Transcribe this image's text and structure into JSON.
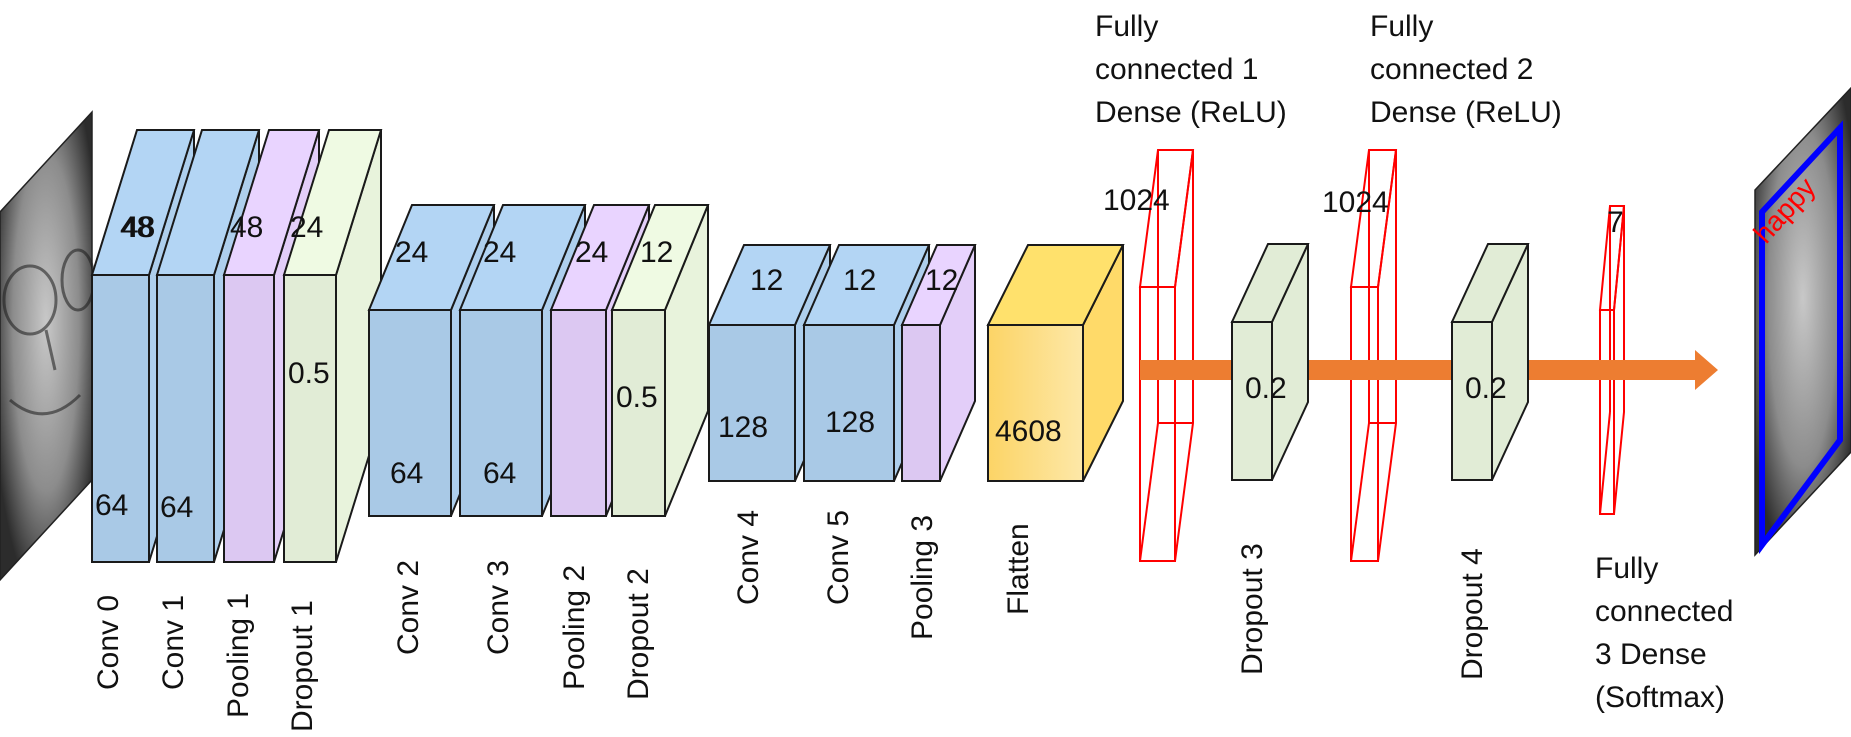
{
  "input": {
    "caption": ""
  },
  "output": {
    "prediction_label": "happy"
  },
  "blocks": [
    {
      "id": "conv0",
      "label": "Conv 0",
      "top": "",
      "side": "64",
      "kind": "conv"
    },
    {
      "id": "conv1",
      "label": "Conv 1",
      "top": "48",
      "side": "64",
      "kind": "conv"
    },
    {
      "id": "pool1",
      "label": "Pooling 1",
      "top": "48",
      "side": "",
      "kind": "pool"
    },
    {
      "id": "drop1",
      "label": "Dropout 1",
      "top": "24",
      "side": "0.5",
      "kind": "dropout"
    },
    {
      "id": "conv2",
      "label": "Conv 2",
      "top": "24",
      "side": "64",
      "kind": "conv"
    },
    {
      "id": "conv3",
      "label": "Conv 3",
      "top": "24",
      "side": "64",
      "kind": "conv"
    },
    {
      "id": "pool2",
      "label": "Pooling 2",
      "top": "24",
      "side": "",
      "kind": "pool"
    },
    {
      "id": "drop2",
      "label": "Dropout 2",
      "top": "12",
      "side": "0.5",
      "kind": "dropout"
    },
    {
      "id": "conv4",
      "label": "Conv 4",
      "top": "12",
      "side": "128",
      "kind": "conv"
    },
    {
      "id": "conv5",
      "label": "Conv 5",
      "top": "12",
      "side": "128",
      "kind": "conv"
    },
    {
      "id": "pool3",
      "label": "Pooling 3",
      "top": "12",
      "side": "",
      "kind": "pool"
    },
    {
      "id": "flatten",
      "label": "Flatten",
      "top": "",
      "side": "4608",
      "kind": "flatten"
    }
  ],
  "extra_top_label": "48",
  "dense_layers": [
    {
      "id": "fc1",
      "title_lines": [
        "Fully",
        "connected 1",
        "Dense (ReLU)"
      ],
      "units": "1024"
    },
    {
      "id": "fc2",
      "title_lines": [
        "Fully",
        "connected 2",
        "Dense (ReLU)"
      ],
      "units": "1024"
    },
    {
      "id": "fc3",
      "title_lines": [
        "Fully",
        "connected",
        "3 Dense",
        "(Softmax)"
      ],
      "units": "7"
    }
  ],
  "dropouts_dense": [
    {
      "id": "drop3",
      "label": "Dropout 3",
      "rate": "0.2"
    },
    {
      "id": "drop4",
      "label": "Dropout 4",
      "rate": "0.2"
    }
  ],
  "colors": {
    "conv": "#a9c9e6",
    "pool": "#dcc8f2",
    "dropout": "#e1ecd6",
    "flatten": "#fcd466",
    "dense_outline": "#ff0000",
    "arrow": "#ed7d31",
    "output_frame": "#0000ff"
  }
}
